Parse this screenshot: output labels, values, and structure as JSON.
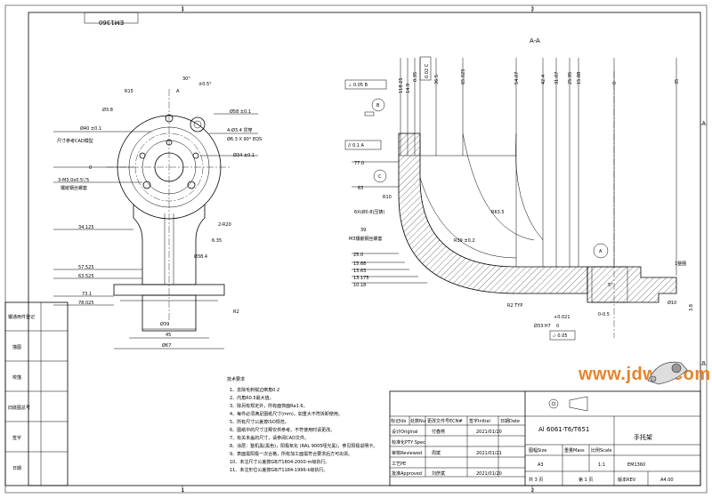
{
  "sheet": {
    "zone_labels_top": [
      "1",
      "2"
    ],
    "zone_labels_bottom": [
      "1",
      "2"
    ],
    "zone_labels_side": [
      "A",
      "B"
    ],
    "rotated_code": "EM1360"
  },
  "left_view": {
    "dims": {
      "r15": "R15",
      "angle_30": "30°",
      "angle_tol": "±0.5°",
      "phi_3_8": "Ø3.8",
      "phi_58": "Ø58 ±0.1",
      "phi_40": "Ø40 ±0.1",
      "note_ref": "尺寸参考CAD模型",
      "hole_spec1": "4-Ø3.4 贯穿",
      "hole_spec2": "Ø6.3 X 90° EQS",
      "zero": "0",
      "thread_spec": "3-M3.0x0.5▽5",
      "thread_note": "镶嵌钢丝螺套",
      "phi_34": "Ø34 ±0.1",
      "r20": "2-R20",
      "y_34125": "34.125",
      "w_635": "6.35",
      "phi_384": "Ø38.4",
      "y_57525": "57.525",
      "y_63525": "63.525",
      "y_731": "73.1",
      "y_78025": "78.025",
      "r2": "R2",
      "phi_39": "Ø39",
      "w_45": "45",
      "phi_67": "Ø67",
      "label_a": "A"
    }
  },
  "section_view": {
    "title": "A-A",
    "top_dims": [
      "118.25",
      "14.9",
      "0.35",
      "36.5",
      "65.025",
      "54.07",
      "42.4",
      "31.07",
      "25.95",
      "15.88",
      "0",
      "35"
    ],
    "gdt_flat": "⊥ 0.05 B",
    "gdt_flat_v": "0.02 C",
    "datum_b": "B",
    "datum_c": "C",
    "gdt_par": "// 0.1 A",
    "y_770": "77.0",
    "y_63": "63",
    "r10": "R10",
    "note_6x": "6X(Ø0.8(压铸)",
    "r635": "R63.5",
    "y_39": "39",
    "r39": "R39 ±0.2",
    "thread_note2": "M3镶嵌钢丝螺套",
    "left_ys": [
      "25.0",
      "15.68",
      "13.63",
      "13.175",
      "10.18"
    ],
    "r2typ": "R2 TYP",
    "phi_33": "Ø33 H7",
    "tol_pos": "+0.021",
    "tol_neg": "0",
    "flat_box": "▱ 0.05",
    "dim_0_5": "0-0.5",
    "deg_5": "5°",
    "datum_a": "A",
    "chamfer": "1整圈",
    "phi_10": "Ø10",
    "dim_38": "3.8"
  },
  "notes": {
    "heading": "技术要求",
    "lines": [
      "1、去除毛刺锐边倒角0.2",
      "2、内角R0.5最大值。",
      "3、除另有规定外，所有面饰面Ra1.6。",
      "4、每件必须满足图纸尺寸(mm)，如重大不符拆卸使用。",
      "5、所有尺寸公差按ISO规范。",
      "6、图纸中的尺寸注释仅供参考。不符使用时请更改。",
      "7、有关未盖的尺寸，请参阅CAD文件。",
      "8、涂层：整机黑(黑色)，阳极氧化 (RAL 9005哑光黑)，参见阳极说明卡。",
      "9、表面需阳极一次合格，所有加工面需符合要求后方可出货。",
      "10、未注尺寸公差按GB/T1804-2000-m级执行。",
      "11、未注形位公差按GB/T1184-1996-k级执行。"
    ]
  },
  "side_table": {
    "rows": [
      "镶通用件登记",
      "描图",
      "校描",
      "旧底图总号",
      "签字",
      "日期"
    ]
  },
  "title_block": {
    "col_headers": [
      "标记Idx",
      "处数Nu",
      "更改文件号ECN#",
      "签字Initial",
      "日期Date"
    ],
    "rows": [
      {
        "role": "设计Original",
        "name": "付春燕",
        "date": "2021/01/20"
      },
      {
        "role": "审核Reviewed",
        "name": "周斌",
        "date": "2021/01/21"
      },
      {
        "role": "工艺PE",
        "name": "",
        "date": ""
      },
      {
        "role": "批准Approved",
        "name": "刘彦斌",
        "date": "2021/01/20"
      }
    ],
    "spec_label": "标准化PTY Spec",
    "material": "Al 6061-T6/T651",
    "part_name": "手托架",
    "size_label": "图幅Size",
    "weight_label": "重量Mass",
    "scale_label": "比例Scale",
    "size_val": "A3",
    "scale_val": "1:1",
    "drawing_no": "EM1360",
    "total_sheets": "共 3 页",
    "sheet_no": "第 1 页",
    "rev_label": "版本REV",
    "rev_val": "A4.00"
  },
  "watermark": {
    "text": "www.jdw2.com"
  }
}
